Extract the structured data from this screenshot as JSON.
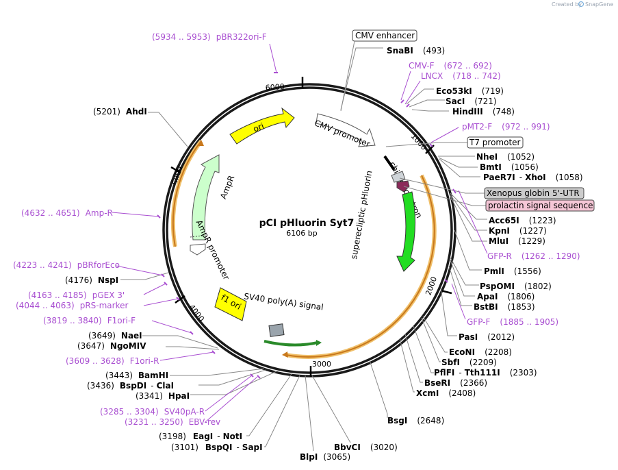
{
  "plasmid": {
    "name": "pCI pHluorin Syt7",
    "length": "6106 bp"
  },
  "credit": {
    "prefix": "Created by",
    "brand": "SnapGene"
  },
  "ticks": [
    "1000",
    "2000",
    "3000",
    "4000",
    "5000",
    "6000"
  ],
  "features": [
    {
      "name": "CMV enhancer"
    },
    {
      "name": "CMV promoter"
    },
    {
      "name": "T7 promoter"
    },
    {
      "name": "chimeric intron"
    },
    {
      "name": "Xenopus globin 5'-UTR"
    },
    {
      "name": "prolactin signal sequence"
    },
    {
      "name": "superecliptic pHluorin"
    },
    {
      "name": "SV40 poly(A) signal"
    },
    {
      "name": "f1 ori"
    },
    {
      "name": "AmpR promoter"
    },
    {
      "name": "AmpR"
    },
    {
      "name": "ori"
    }
  ],
  "enzymes": [
    {
      "name": "SnaBI",
      "pos": "(493)"
    },
    {
      "name": "Eco53kI",
      "pos": "(719)"
    },
    {
      "name": "SacI",
      "pos": "(721)"
    },
    {
      "name": "HindIII",
      "pos": "(748)"
    },
    {
      "name": "NheI",
      "pos": "(1052)"
    },
    {
      "name": "BmtI",
      "pos": "(1056)"
    },
    {
      "name": "PaeR7I",
      "name2": "XhoI",
      "pos": "(1058)"
    },
    {
      "name": "Acc65I",
      "pos": "(1223)"
    },
    {
      "name": "KpnI",
      "pos": "(1227)"
    },
    {
      "name": "MluI",
      "pos": "(1229)"
    },
    {
      "name": "PmlI",
      "pos": "(1556)"
    },
    {
      "name": "PspOMI",
      "pos": "(1802)"
    },
    {
      "name": "ApaI",
      "pos": "(1806)"
    },
    {
      "name": "BstBI",
      "pos": "(1853)"
    },
    {
      "name": "PasI",
      "pos": "(2012)"
    },
    {
      "name": "EcoNI",
      "pos": "(2208)"
    },
    {
      "name": "SbfI",
      "pos": "(2209)"
    },
    {
      "name": "PflFI",
      "name2": "Tth111I",
      "pos": "(2303)"
    },
    {
      "name": "BseRI",
      "pos": "(2366)"
    },
    {
      "name": "XcmI",
      "pos": "(2408)"
    },
    {
      "name": "BsgI",
      "pos": "(2648)"
    },
    {
      "name": "BbvCI",
      "pos": "(3020)"
    },
    {
      "name": "BlpI",
      "pos": "(3065)"
    },
    {
      "name": "BspQI",
      "name2": "SapI",
      "pos": "(3101)"
    },
    {
      "name": "EagI",
      "name2": "NotI",
      "pos": "(3198)"
    },
    {
      "name": "HpaI",
      "pos": "(3341)"
    },
    {
      "name": "BspDI",
      "name2": "ClaI",
      "pos": "(3436)"
    },
    {
      "name": "BamHI",
      "pos": "(3443)"
    },
    {
      "name": "NgoMIV",
      "pos": "(3647)"
    },
    {
      "name": "NaeI",
      "pos": "(3649)"
    },
    {
      "name": "NspI",
      "pos": "(4176)"
    },
    {
      "name": "AhdI",
      "pos": "(5201)"
    }
  ],
  "primers": [
    {
      "range": "(5934 .. 5953)",
      "name": "pBR322ori-F"
    },
    {
      "range": "(672 .. 692)",
      "name": "CMV-F"
    },
    {
      "range": "(718 .. 742)",
      "name": "LNCX"
    },
    {
      "range": "(972 .. 991)",
      "name": "pMT2-F"
    },
    {
      "range": "(1262 .. 1290)",
      "name": "GFP-R"
    },
    {
      "range": "(1885 .. 1905)",
      "name": "GFP-F"
    },
    {
      "range": "(4632 .. 4651)",
      "name": "Amp-R"
    },
    {
      "range": "(4223 .. 4241)",
      "name": "pBRforEco"
    },
    {
      "range": "(4163 .. 4185)",
      "name": "pGEX 3'"
    },
    {
      "range": "(4044 .. 4063)",
      "name": "pRS-marker"
    },
    {
      "range": "(3819 .. 3840)",
      "name": "F1ori-F"
    },
    {
      "range": "(3609 .. 3628)",
      "name": "F1ori-R"
    },
    {
      "range": "(3285 .. 3304)",
      "name": "SV40pA-R"
    },
    {
      "range": "(3231 .. 3250)",
      "name": "EBV-rev"
    }
  ],
  "colors": {
    "backbone": "#1a1a1a",
    "primer": "#a94fd1",
    "orf_orange": "#e69a3c",
    "ori": "#ffff00",
    "ampr": "#ccffcc",
    "pHluorin": "#22dd22",
    "intron": "#d9d9d9",
    "utr": "#8b2a5a",
    "sv40": "#9aa4ac",
    "gray_box": "#cccccc",
    "pink_box": "#f5c6d6"
  }
}
